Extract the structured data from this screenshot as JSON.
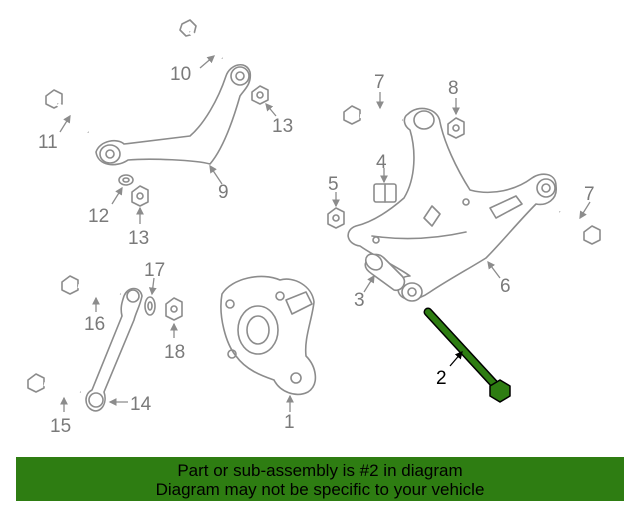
{
  "diagram": {
    "highlight_color": "#2e7d12",
    "line_color": "#8c8c8c",
    "highlighted_part": "2",
    "callouts": {
      "c1": "1",
      "c2": "2",
      "c3": "3",
      "c4": "4",
      "c5": "5",
      "c6": "6",
      "c7a": "7",
      "c7b": "7",
      "c8": "8",
      "c9": "9",
      "c10": "10",
      "c11": "11",
      "c12": "12",
      "c13a": "13",
      "c13b": "13",
      "c14": "14",
      "c15": "15",
      "c16": "16",
      "c17": "17",
      "c18": "18"
    }
  },
  "banner": {
    "line1": "Part or sub-assembly is #2 in diagram",
    "line2": "Diagram may not be specific to your vehicle"
  }
}
